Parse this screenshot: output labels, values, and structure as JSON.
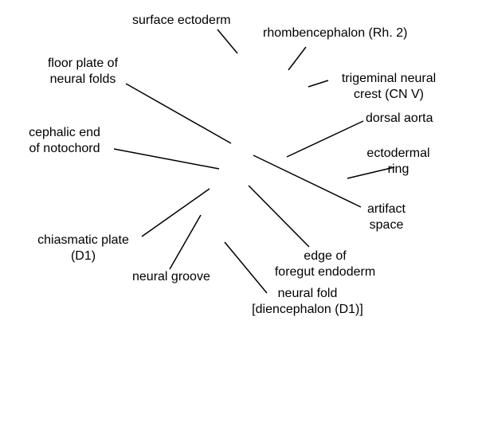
{
  "labels": {
    "surface_ectoderm": "surface ectoderm",
    "rhombencephalon": "rhombencephalon (Rh. 2)",
    "floor_plate_line1": "floor plate of",
    "floor_plate_line2": "neural folds",
    "trigeminal_line1": "trigeminal neural",
    "trigeminal_line2": "crest (CN V)",
    "dorsal_aorta": "dorsal aorta",
    "cephalic_end_line1": "cephalic end",
    "cephalic_end_line2": "of notochord",
    "ectodermal_ring_line1": "ectodermal",
    "ectodermal_ring_line2": "ring",
    "artifact_space_line1": "artifact",
    "artifact_space_line2": "space",
    "chiasmatic_plate_line1": "chiasmatic plate",
    "chiasmatic_plate_line2": "(D1)",
    "edge_foregut_line1": "edge of",
    "edge_foregut_line2": "foregut endoderm",
    "neural_groove": "neural groove",
    "neural_fold_line1": "neural fold",
    "neural_fold_line2": "[diencephalon (D1)]"
  }
}
